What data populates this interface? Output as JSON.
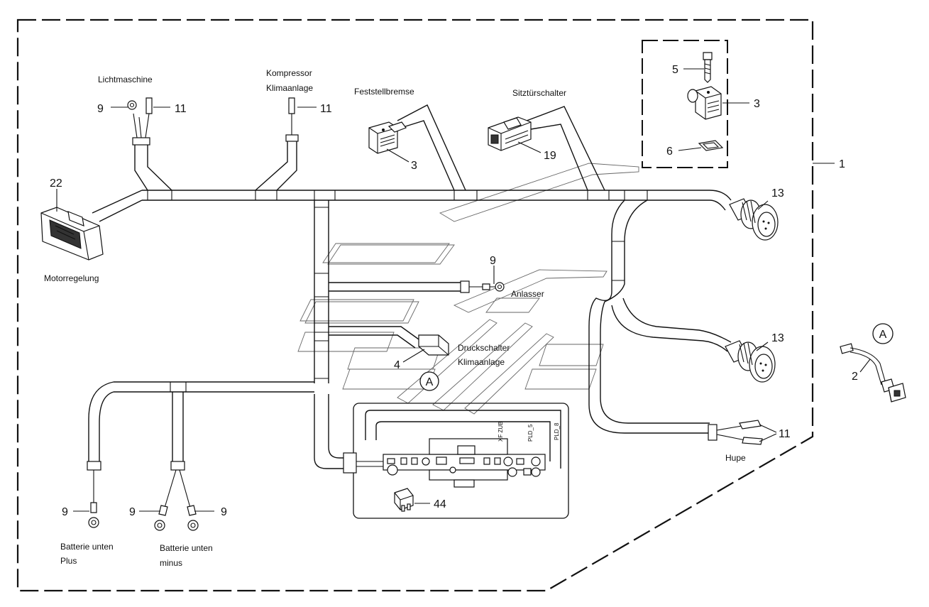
{
  "labels": {
    "lichtmaschine": "Lichtmaschine",
    "kompressor": "Kompressor",
    "klimaanlage_1": "Klimaanlage",
    "feststellbremse": "Feststellbremse",
    "sitztuerschalter": "Sitztürschalter",
    "motorregelung": "Motorregelung",
    "anlasser": "Anlasser",
    "druckschalter": "Druckschalter",
    "klimaanlage_2": "Klimaanlage",
    "hupe": "Hupe",
    "batterie_plus_1": "Batterie unten",
    "batterie_plus_2": "Plus",
    "batterie_minus_1": "Batterie unten",
    "batterie_minus_2": "minus"
  },
  "callouts": {
    "n9_licht": "9",
    "n11_licht": "11",
    "n11_komp": "11",
    "n5": "5",
    "n3_detail": "3",
    "n6": "6",
    "n1": "1",
    "n3_brems": "3",
    "n19": "19",
    "n22": "22",
    "n13_top": "13",
    "n13_bottom": "13",
    "n9_anlasser": "9",
    "n4": "4",
    "n2": "2",
    "n11_hupe": "11",
    "n44": "44",
    "n9_plus": "9",
    "n9_minus_left": "9",
    "n9_minus_right": "9"
  },
  "detail_markers": {
    "marker_main": "A",
    "marker_detail": "A"
  },
  "pcb_labels": {
    "xf": "XF ZUB",
    "pld5": "PLD_5",
    "pld8": "PLD_8"
  }
}
